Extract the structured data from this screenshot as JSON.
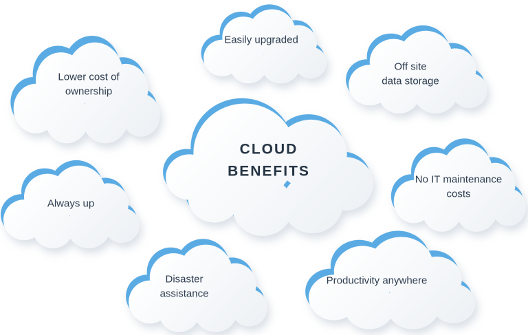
{
  "diagram": {
    "central": {
      "id": "cloud-benefits",
      "label": "CLOUD\nBENEFITS"
    },
    "satellites": [
      {
        "id": "lower-cost-of-ownership",
        "label": "Lower cost of\nownership"
      },
      {
        "id": "easily-upgraded",
        "label": "Easily upgraded"
      },
      {
        "id": "off-site-data-storage",
        "label": "Off site\ndata storage"
      },
      {
        "id": "always-up",
        "label": "Always up"
      },
      {
        "id": "no-it-maintenance-costs",
        "label": "No IT maintenance\ncosts"
      },
      {
        "id": "disaster-assistance",
        "label": "Disaster\nassistance"
      },
      {
        "id": "productivity-anywhere",
        "label": "Productivity anywhere"
      }
    ],
    "colors": {
      "accent_blue": "#5aabe3",
      "cloud_body_light": "#ffffff",
      "cloud_body_shade": "#edf1f5",
      "label_text": "#2d3c4e",
      "title_text": "#263544",
      "background": "#ffffff"
    }
  }
}
